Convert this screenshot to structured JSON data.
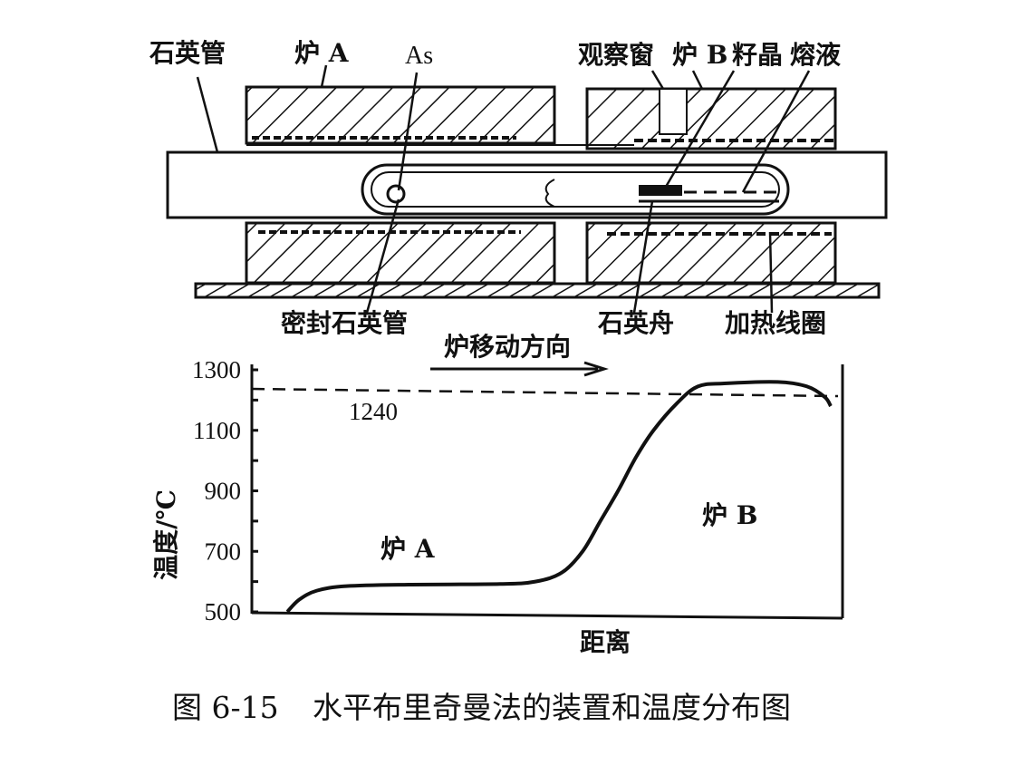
{
  "diagram": {
    "labels": {
      "quartz_tube": "石英管",
      "furnace_a": "炉 A",
      "arsenic": "As",
      "observation_window": "观察窗",
      "furnace_b": "炉 B",
      "seed_crystal": "籽晶",
      "melt": "熔液",
      "sealed_quartz_tube": "密封石英管",
      "quartz_boat": "石英舟",
      "heating_coil": "加热线圈",
      "furnace_motion": "炉移动方向"
    }
  },
  "chart_data": {
    "type": "line",
    "title": "",
    "xlabel": "距离",
    "ylabel": "温度/℃",
    "ylim": [
      500,
      1300
    ],
    "xlim": [
      0,
      100
    ],
    "yticks": [
      1300,
      1100,
      900,
      700,
      500
    ],
    "ytick_labels": [
      "1300",
      "1100",
      "900",
      "700",
      "500"
    ],
    "grid": false,
    "reference_line": {
      "value": 1240,
      "label": "1240",
      "style": "dashed"
    },
    "annotations": [
      "炉 A",
      "炉 B"
    ],
    "series": [
      {
        "name": "温度分布",
        "x": [
          6,
          8,
          11,
          16,
          26.5,
          42,
          48,
          52.5,
          56,
          59,
          62,
          65,
          68,
          72,
          75.5,
          80,
          89,
          94,
          97,
          98
        ],
        "y": [
          500,
          540,
          570,
          585,
          590,
          592,
          600,
          630,
          700,
          800,
          900,
          1010,
          1100,
          1190,
          1245,
          1255,
          1260,
          1245,
          1210,
          1180
        ]
      }
    ]
  },
  "caption": {
    "figure_number": "图 6-15",
    "text": "水平布里奇曼法的装置和温度分布图"
  }
}
